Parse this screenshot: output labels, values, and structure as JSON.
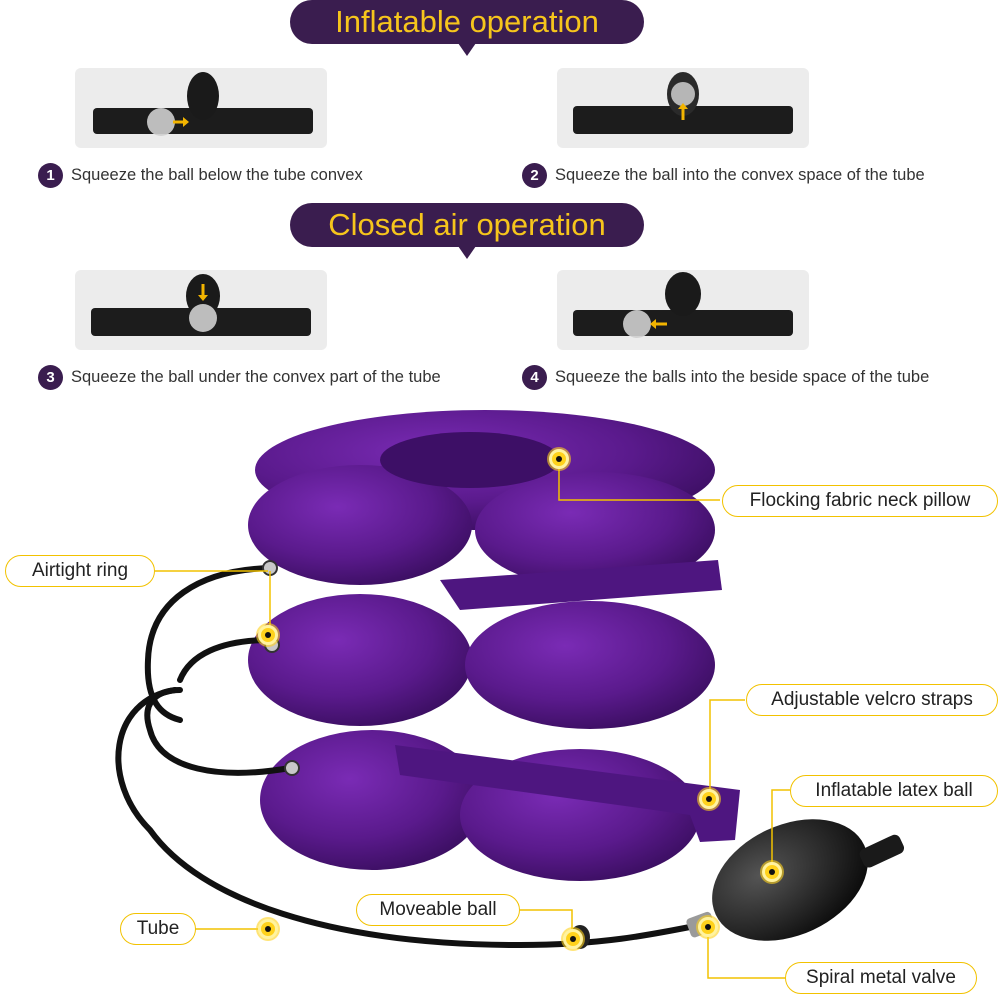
{
  "sections": {
    "inflatable": "Inflatable operation",
    "closed": "Closed air operation"
  },
  "steps": [
    {
      "num": "1",
      "text": "Squeeze the ball below the tube convex"
    },
    {
      "num": "2",
      "text": "Squeeze the ball into the convex space of the tube"
    },
    {
      "num": "3",
      "text": "Squeeze the ball under the convex part of the tube"
    },
    {
      "num": "4",
      "text": "Squeeze the balls into the beside space of the tube"
    }
  ],
  "labels": {
    "pillow": "Flocking fabric neck pillow",
    "ring": "Airtight ring",
    "straps": "Adjustable velcro straps",
    "latex_ball": "Inflatable latex ball",
    "tube": "Tube",
    "moveable_ball": "Moveable ball",
    "valve": "Spiral metal valve"
  },
  "colors": {
    "brand_purple": "#3a1d4f",
    "title_text": "#f6c51c",
    "accent_yellow": "#f2c200",
    "pillow_purple": "#5a1a8c"
  }
}
